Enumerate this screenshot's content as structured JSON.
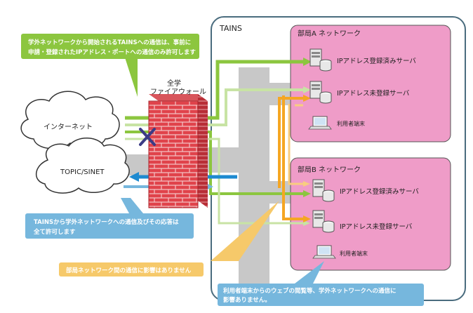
{
  "tains": {
    "label": "TAINS"
  },
  "firewall": {
    "label_line1": "全学",
    "label_line2": "ファイアウォール"
  },
  "clouds": {
    "internet": "インターネット",
    "topic_sinet": "TOPIC/SINET"
  },
  "department_a": {
    "title": "部局A ネットワーク",
    "servers": [
      {
        "label": "IPアドレス登録済みサーバ"
      },
      {
        "label": "IPアドレス未登録サーバ"
      }
    ],
    "terminal": "利用者端末"
  },
  "department_b": {
    "title": "部局B ネットワーク",
    "servers": [
      {
        "label": "IPアドレス登録済みサーバ"
      },
      {
        "label": "IPアドレス未登録サーバ"
      }
    ],
    "terminal": "利用者端末"
  },
  "callouts": {
    "external_line1": "学外ネットワークから開始されるTAINSへの通信は、事前に",
    "external_line2": "申請・登録されたIPアドレス・ポートへの通信のみ許可します",
    "outbound_line1": "TAINSから学外ネットワークへの通信及びその応答は",
    "outbound_line2": "全て許可します",
    "inter_dept": "部局ネットワーク間の通信に影響はありません",
    "terminal_line1": "利用者端末からのウェブの閲覧等、学外ネットワークへの通信に",
    "terminal_line2": "影響ありません。"
  },
  "colors": {
    "green": "#8cc63f",
    "light_green": "#c8e3a4",
    "blue": "#1e8ad0",
    "orange": "#f5a623",
    "pink": "#ef9cc8",
    "brick": "#e0434b",
    "gray": "#c8c8c8",
    "callout_blue": "#76b7dd",
    "callout_yellow": "#f6c96a"
  }
}
